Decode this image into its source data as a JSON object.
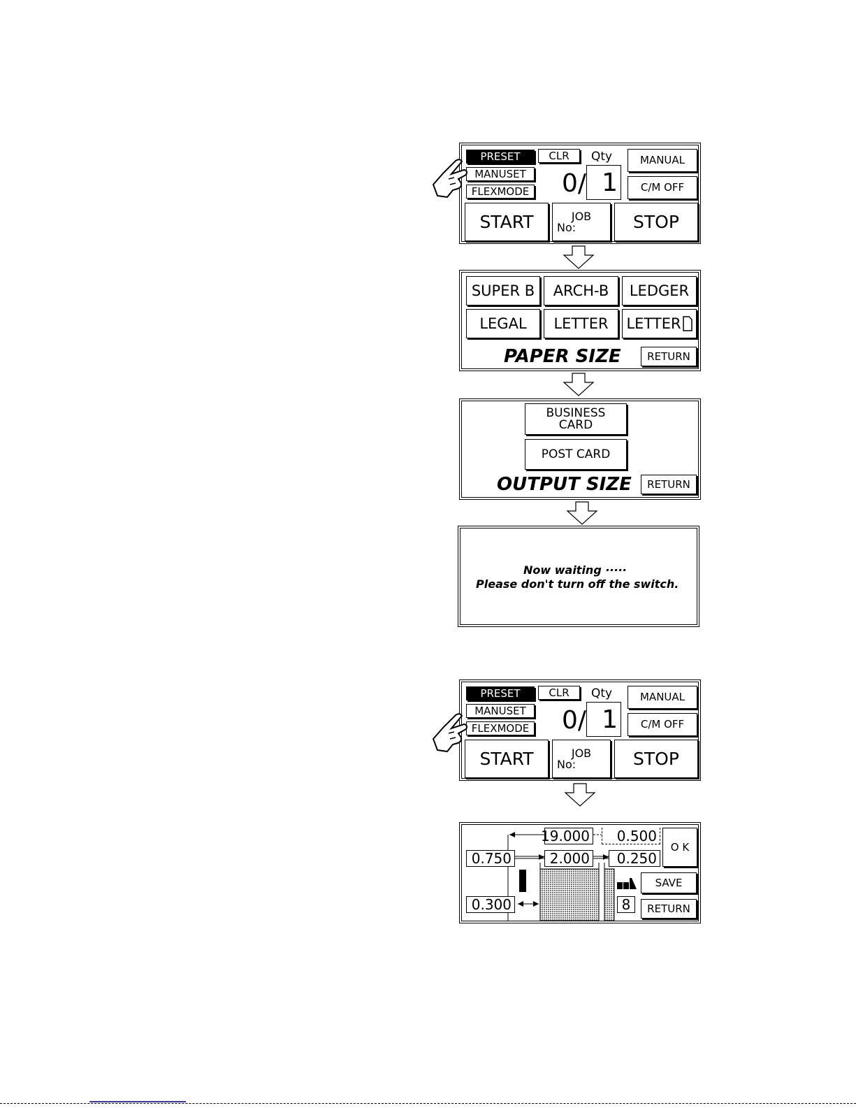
{
  "screen1": {
    "preset": "PRESET",
    "manuset": "MANUSET",
    "flexmode": "FLEXMODE",
    "clr": "CLR",
    "qty_label": "Qty",
    "count": "0/",
    "qty": "1",
    "manual": "MANUAL",
    "cm_off": "C/M OFF",
    "start": "START",
    "job_line1": "JOB",
    "job_line2": "No:",
    "stop": "STOP"
  },
  "paper": {
    "sizes": [
      "SUPER B",
      "ARCH-B",
      "LEDGER",
      "LEGAL",
      "LETTER",
      "LETTER"
    ],
    "title": "PAPER SIZE",
    "return": "RETURN"
  },
  "output": {
    "business_1": "BUSINESS",
    "business_2": "CARD",
    "post": "POST CARD",
    "title": "OUTPUT SIZE",
    "return": "RETURN"
  },
  "waiting": {
    "line1": "Now waiting ·····",
    "line2": "Please don't turn off the switch."
  },
  "screen2": {
    "preset": "PRESET",
    "manuset": "MANUSET",
    "flexmode": "FLEXMODE",
    "clr": "CLR",
    "qty_label": "Qty",
    "count": "0/",
    "qty": "1",
    "manual": "MANUAL",
    "cm_off": "C/M OFF",
    "start": "START",
    "job_line1": "JOB",
    "job_line2": "No:",
    "stop": "STOP"
  },
  "manuset": {
    "v_19000": "19.000",
    "v_0500": "0.500",
    "v_0750": "0.750",
    "v_2000": "2.000",
    "v_0250": "0.250",
    "v_0300": "0.300",
    "count": "8",
    "ok": "O K",
    "save": "SAVE",
    "return": "RETURN"
  }
}
